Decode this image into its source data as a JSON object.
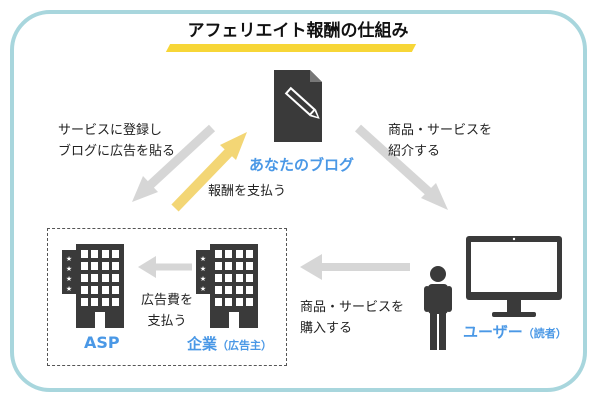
{
  "title": "アフェリエイト報酬の仕組み",
  "colors": {
    "frame": "#a8d6dd",
    "title_bar": "#f7d637",
    "accent": "#4a98e6",
    "arrow_gray": "#d6d6d6",
    "arrow_yellow": "#f3d675",
    "icon_dark": "#3a3a3a"
  },
  "nodes": {
    "blog": {
      "label": "あなたのブログ",
      "icon": "pen-document-icon"
    },
    "asp": {
      "label": "ASP",
      "icon": "building-icon"
    },
    "company": {
      "label": "企業",
      "sub": "（広告主）",
      "icon": "building-icon"
    },
    "user": {
      "label": "ユーザー",
      "sub": "（読者）",
      "icon": "person-with-monitor-icon"
    }
  },
  "flows": {
    "asp_to_blog": [
      "サービスに登録し",
      "ブログに広告を貼る"
    ],
    "asp_pays_blog": "報酬を支払う",
    "blog_to_user": [
      "商品・サービスを",
      "紹介する"
    ],
    "user_to_company": [
      "商品・サービスを",
      "購入する"
    ],
    "company_to_asp": [
      "広告費を",
      "支払う"
    ]
  }
}
